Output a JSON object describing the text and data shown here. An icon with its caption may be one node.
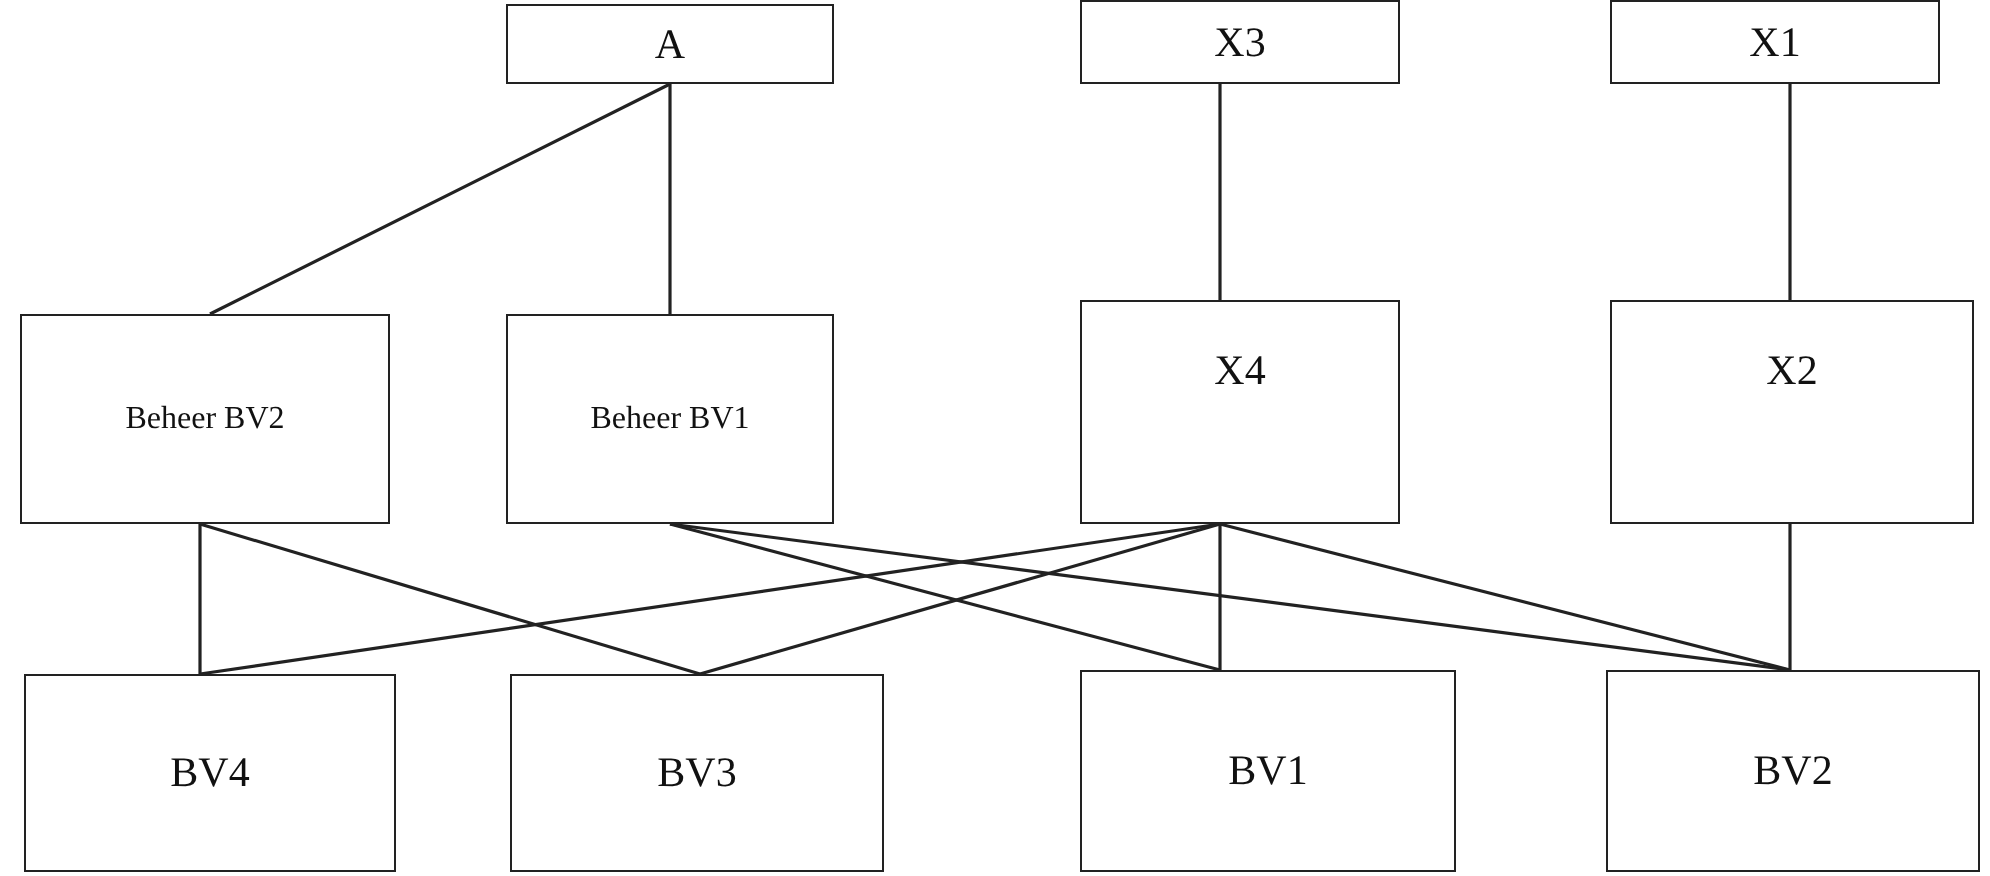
{
  "diagram": {
    "nodes": [
      {
        "text": [
          "A"
        ]
      },
      {
        "text": [
          "X3"
        ]
      },
      {
        "text": [
          "X1"
        ]
      },
      {
        "text": [
          "Beheer BV2"
        ]
      },
      {
        "text": [
          "Beheer BV1"
        ]
      },
      {
        "text": [
          "X4"
        ]
      },
      {
        "text": [
          "X2"
        ]
      },
      {
        "text": [
          "BV4"
        ]
      },
      {
        "text": [
          "BV3"
        ]
      },
      {
        "text": [
          "BV1"
        ]
      },
      {
        "text": [
          "BV2"
        ]
      }
    ],
    "edges": [
      {
        "from": 0,
        "to": 3,
        "arrow": "none"
      },
      {
        "from": 0,
        "to": 4,
        "arrow": "none"
      },
      {
        "from": 1,
        "to": 5,
        "arrow": "none"
      },
      {
        "from": 2,
        "to": 6,
        "arrow": "none"
      },
      {
        "from": 3,
        "to": 7,
        "arrow": "none"
      },
      {
        "from": 3,
        "to": 8,
        "arrow": "none"
      },
      {
        "from": 4,
        "to": 9,
        "arrow": "none"
      },
      {
        "from": 4,
        "to": 10,
        "arrow": "none"
      },
      {
        "from": 5,
        "to": 7,
        "arrow": "none"
      },
      {
        "from": 5,
        "to": 8,
        "arrow": "none"
      },
      {
        "from": 5,
        "to": 9,
        "arrow": "none"
      },
      {
        "from": 5,
        "to": 10,
        "arrow": "none"
      },
      {
        "from": 6,
        "to": 10,
        "arrow": "none"
      }
    ]
  }
}
